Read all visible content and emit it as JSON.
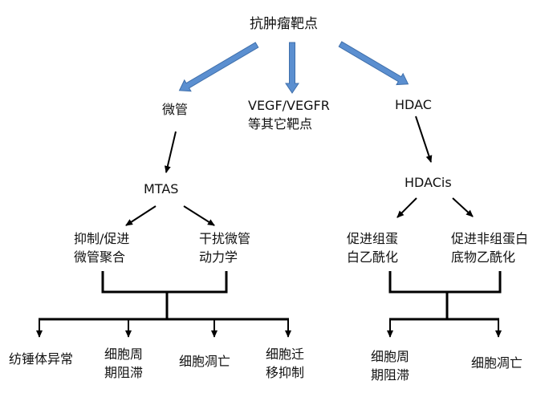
{
  "diagram": {
    "title": "抗肿瘤靶点",
    "colors": {
      "primary_arrow_fill": "#5b8fd0",
      "primary_arrow_stroke": "#3f6fab",
      "line": "#000000",
      "text": "#111111",
      "background": "#ffffff"
    },
    "nodes": {
      "root": {
        "lines": [
          "抗肿瘤靶点"
        ]
      },
      "microtubule": {
        "lines": [
          "微管"
        ]
      },
      "vegf": {
        "lines": [
          "VEGF/VEGFR",
          "等其它靶点"
        ]
      },
      "hdac": {
        "lines": [
          "HDAC"
        ]
      },
      "mtas": {
        "lines": [
          "MTAS"
        ]
      },
      "hdacis": {
        "lines": [
          "HDACis"
        ]
      },
      "inhibit_promote_polymerization": {
        "lines": [
          "抑制/促进",
          "微管聚合"
        ]
      },
      "disrupt_dynamics": {
        "lines": [
          "干扰微管",
          "动力学"
        ]
      },
      "histone_acetylation": {
        "lines": [
          "促进组蛋",
          "白乙酰化"
        ]
      },
      "nonhistone_acetylation": {
        "lines": [
          "促进非组蛋白",
          "底物乙酰化"
        ]
      },
      "spindle_abnormality": {
        "lines": [
          "纺锤体异常"
        ]
      },
      "cell_cycle_arrest_left": {
        "lines": [
          "细胞周",
          "期阻滞"
        ]
      },
      "apoptosis_left": {
        "lines": [
          "细胞凋亡"
        ]
      },
      "migration_inhibition": {
        "lines": [
          "细胞迁",
          "移抑制"
        ]
      },
      "cell_cycle_arrest_right": {
        "lines": [
          "细胞周",
          "期阻滞"
        ]
      },
      "apoptosis_right": {
        "lines": [
          "细胞凋亡"
        ]
      }
    },
    "edges": [
      {
        "from": "root",
        "to": "microtubule",
        "style": "block-arrow"
      },
      {
        "from": "root",
        "to": "vegf",
        "style": "block-arrow"
      },
      {
        "from": "root",
        "to": "hdac",
        "style": "block-arrow"
      },
      {
        "from": "microtubule",
        "to": "mtas",
        "style": "arrow"
      },
      {
        "from": "hdac",
        "to": "hdacis",
        "style": "arrow"
      },
      {
        "from": "mtas",
        "to": "inhibit_promote_polymerization",
        "style": "arrow"
      },
      {
        "from": "mtas",
        "to": "disrupt_dynamics",
        "style": "arrow"
      },
      {
        "from": "hdacis",
        "to": "histone_acetylation",
        "style": "arrow"
      },
      {
        "from": "hdacis",
        "to": "nonhistone_acetylation",
        "style": "arrow"
      },
      {
        "from": [
          "inhibit_promote_polymerization",
          "disrupt_dynamics"
        ],
        "to": [
          "spindle_abnormality",
          "cell_cycle_arrest_left",
          "apoptosis_left",
          "migration_inhibition"
        ],
        "style": "bracket"
      },
      {
        "from": [
          "histone_acetylation",
          "nonhistone_acetylation"
        ],
        "to": [
          "cell_cycle_arrest_right",
          "apoptosis_right"
        ],
        "style": "bracket"
      }
    ]
  }
}
